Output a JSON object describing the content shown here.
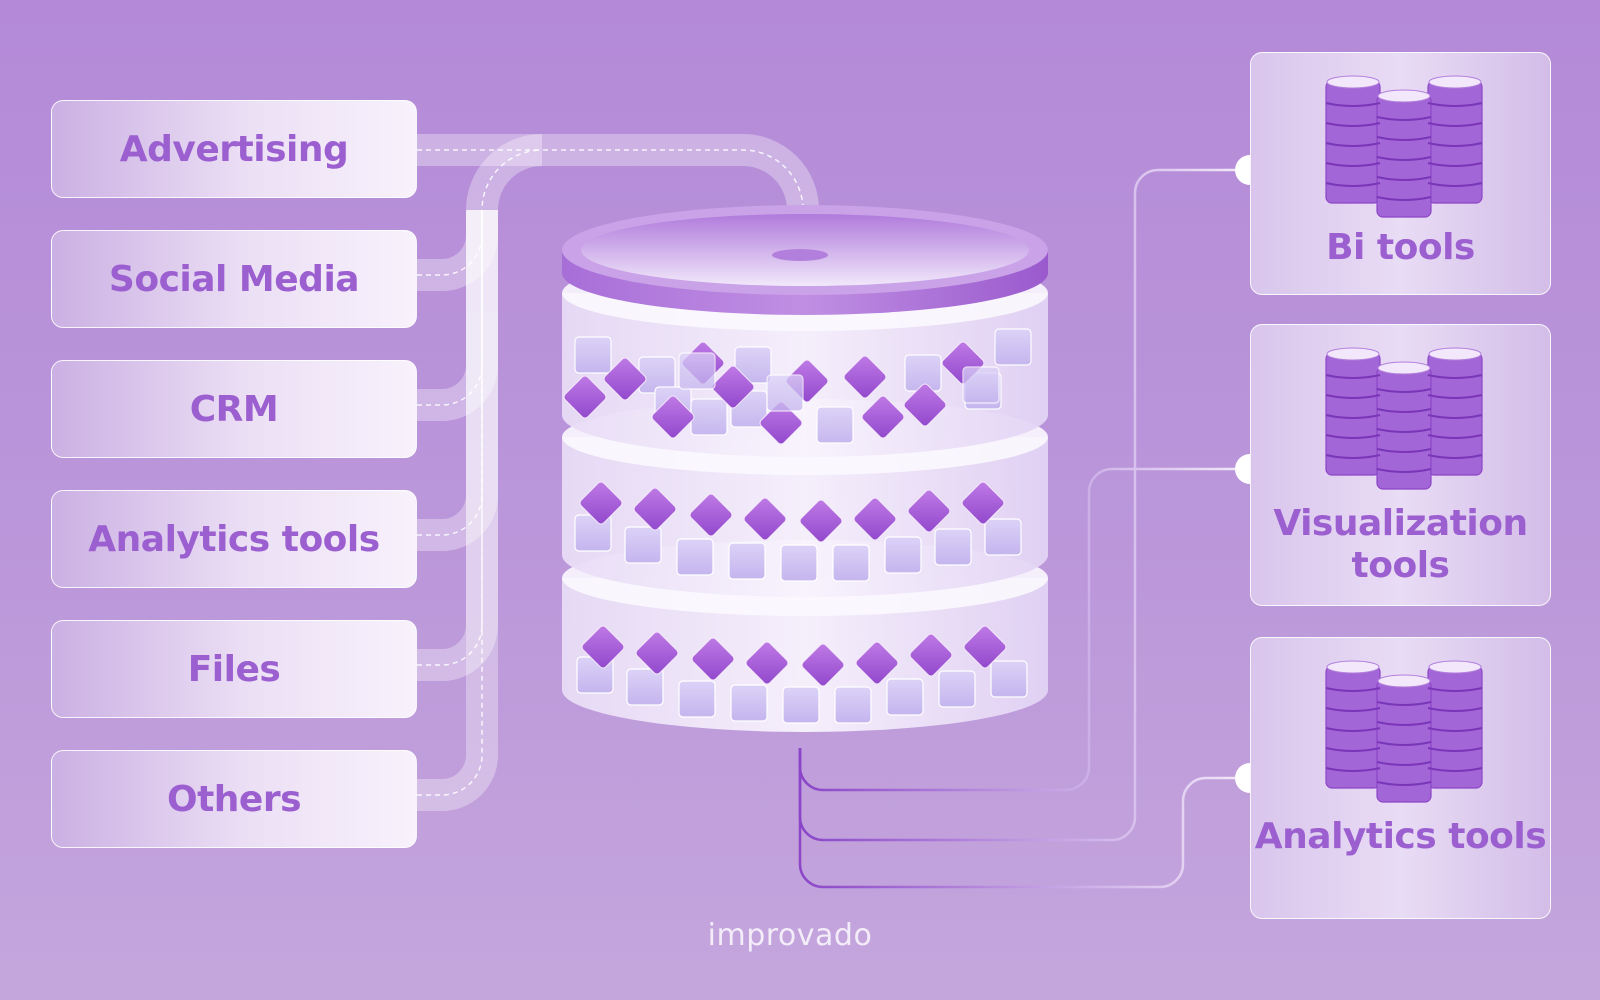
{
  "sources": [
    {
      "label": "Advertising"
    },
    {
      "label": "Social Media"
    },
    {
      "label": "CRM"
    },
    {
      "label": "Analytics tools"
    },
    {
      "label": "Files"
    },
    {
      "label": "Others"
    }
  ],
  "destinations": [
    {
      "label": "Bi tools"
    },
    {
      "label": "Visualization tools"
    },
    {
      "label": "Analytics tools"
    }
  ],
  "brand": {
    "name": "improvado"
  },
  "colors": {
    "background": "#b48ad8",
    "accent": "#9b5fd0",
    "diamond": "#a45ed6",
    "square": "#cbbdf0"
  }
}
